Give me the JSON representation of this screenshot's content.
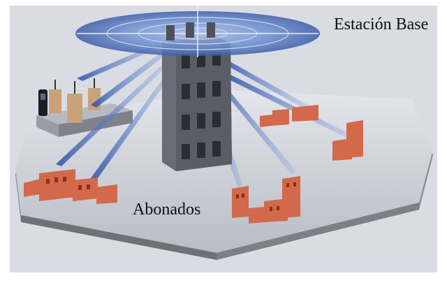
{
  "labels": {
    "base_station": "Estación Base",
    "subscribers": "Abonados"
  },
  "colors": {
    "background": "#dde0e6",
    "platform_top": "#c9ccd4",
    "platform_edge": "#8a8d92",
    "tower": "#5a5d66",
    "window": "#2b2d33",
    "antenna_disc": "#3d5ea8",
    "radio_beam": "#4267b8",
    "houses": "#d2694b"
  },
  "icons": [
    "base-station-tower",
    "antenna-disc",
    "radio-link",
    "subscriber-house",
    "mobile-phone"
  ]
}
